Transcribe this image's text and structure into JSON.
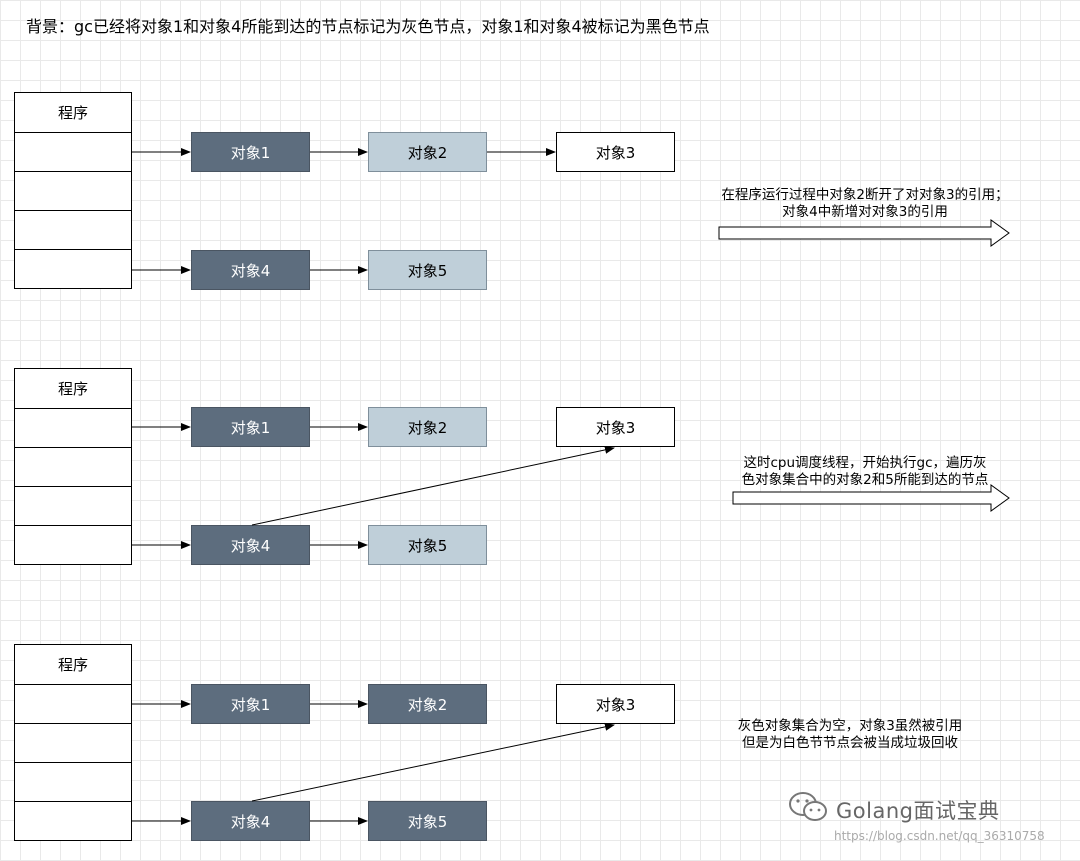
{
  "title": "背景：gc已经将对象1和对象4所能到达的节点标记为灰色节点，对象1和对象4被标记为黑色节点",
  "program_label": "程序",
  "colors": {
    "black_node": "#5d6d7e",
    "gray_node": "#bfcfd9",
    "white_node": "#ffffff"
  },
  "panels": [
    {
      "program": "程序",
      "nodes": [
        {
          "id": "obj1",
          "label": "对象1",
          "color": "black"
        },
        {
          "id": "obj2",
          "label": "对象2",
          "color": "gray"
        },
        {
          "id": "obj3",
          "label": "对象3",
          "color": "white"
        },
        {
          "id": "obj4",
          "label": "对象4",
          "color": "black"
        },
        {
          "id": "obj5",
          "label": "对象5",
          "color": "gray"
        }
      ],
      "note": [
        "在程序运行过程中对象2断开了对对象3的引用；",
        "对象4中新增对对象3的引用"
      ]
    },
    {
      "program": "程序",
      "nodes": [
        {
          "id": "obj1",
          "label": "对象1",
          "color": "black"
        },
        {
          "id": "obj2",
          "label": "对象2",
          "color": "gray"
        },
        {
          "id": "obj3",
          "label": "对象3",
          "color": "white"
        },
        {
          "id": "obj4",
          "label": "对象4",
          "color": "black"
        },
        {
          "id": "obj5",
          "label": "对象5",
          "color": "gray"
        }
      ],
      "note": [
        "这时cpu调度线程，开始执行gc，遍历灰",
        "色对象集合中的对象2和5所能到达的节点"
      ]
    },
    {
      "program": "程序",
      "nodes": [
        {
          "id": "obj1",
          "label": "对象1",
          "color": "black"
        },
        {
          "id": "obj2",
          "label": "对象2",
          "color": "black"
        },
        {
          "id": "obj3",
          "label": "对象3",
          "color": "white"
        },
        {
          "id": "obj4",
          "label": "对象4",
          "color": "black"
        },
        {
          "id": "obj5",
          "label": "对象5",
          "color": "black"
        }
      ],
      "note": [
        "灰色对象集合为空，对象3虽然被引用",
        "但是为白色节节点会被当成垃圾回收"
      ]
    }
  ],
  "watermark": {
    "brand": "Golang面试宝典",
    "url": "https://blog.csdn.net/qq_36310758"
  }
}
